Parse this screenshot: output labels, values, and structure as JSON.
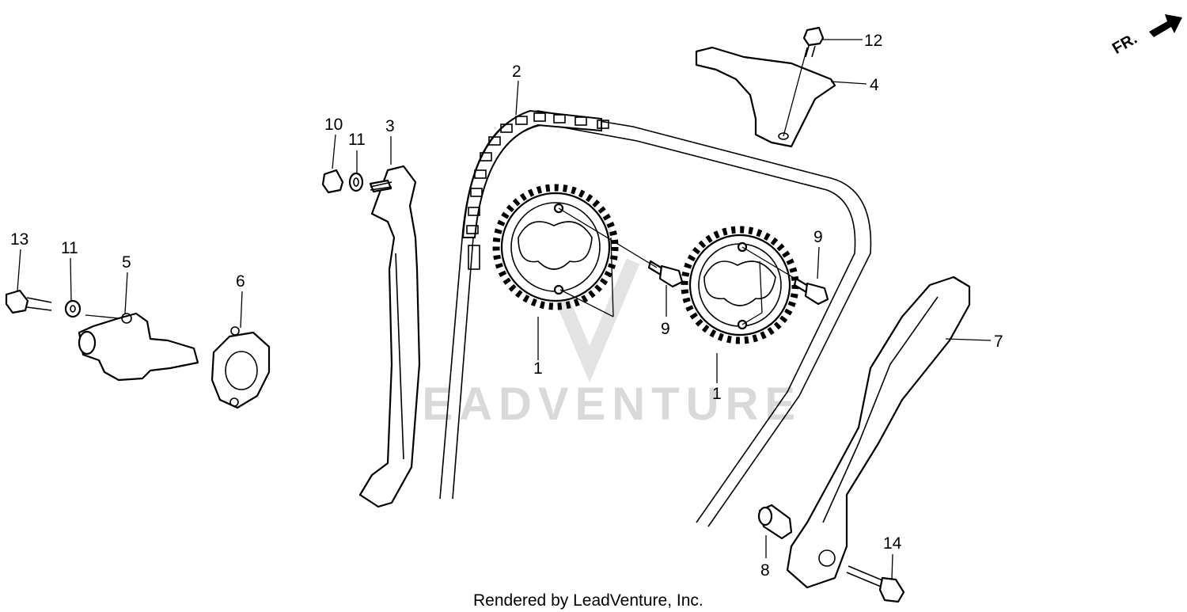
{
  "callouts": [
    {
      "id": "c1a",
      "text": "1"
    },
    {
      "id": "c1b",
      "text": "1"
    },
    {
      "id": "c2",
      "text": "2"
    },
    {
      "id": "c3",
      "text": "3"
    },
    {
      "id": "c4",
      "text": "4"
    },
    {
      "id": "c5",
      "text": "5"
    },
    {
      "id": "c6",
      "text": "6"
    },
    {
      "id": "c7",
      "text": "7"
    },
    {
      "id": "c8",
      "text": "8"
    },
    {
      "id": "c9a",
      "text": "9"
    },
    {
      "id": "c9b",
      "text": "9"
    },
    {
      "id": "c10",
      "text": "10"
    },
    {
      "id": "c11a",
      "text": "11"
    },
    {
      "id": "c11b",
      "text": "11"
    },
    {
      "id": "c12",
      "text": "12"
    },
    {
      "id": "c13",
      "text": "13"
    },
    {
      "id": "c14",
      "text": "14"
    }
  ],
  "direction_label": "FR.",
  "watermark": "LEADVENTURE",
  "footer": "Rendered by LeadVenture, Inc."
}
